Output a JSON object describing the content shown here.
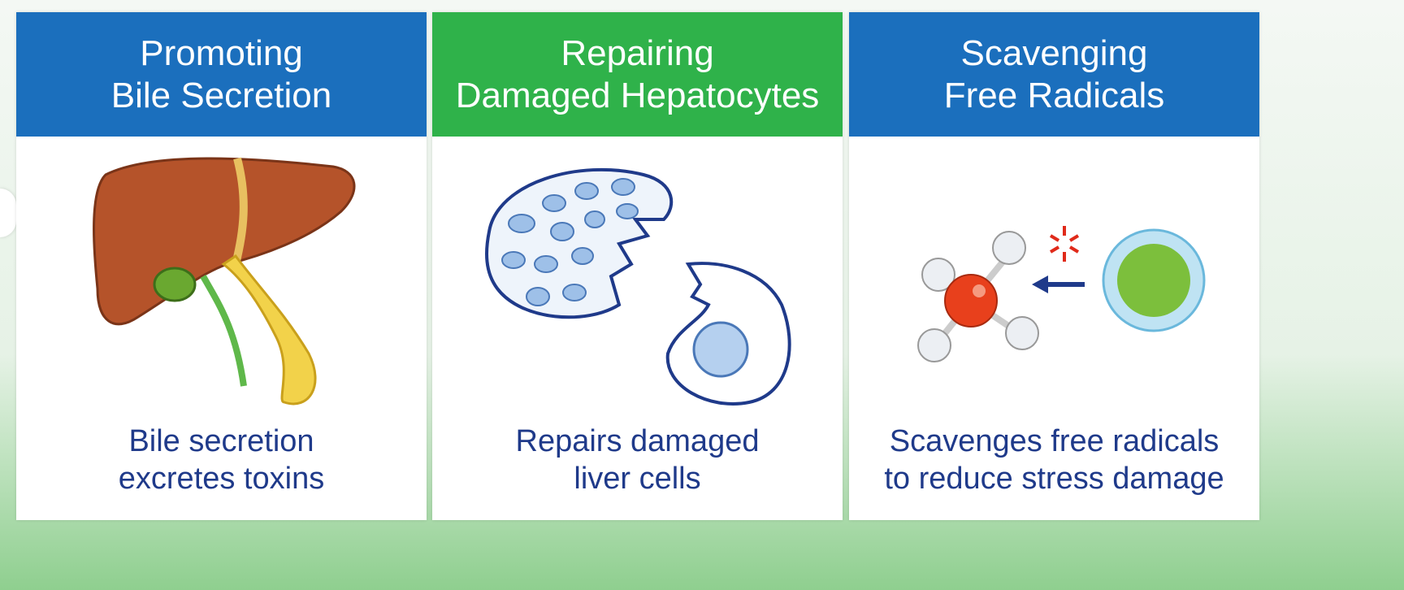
{
  "panels": [
    {
      "title_line1": "Promoting",
      "title_line2": "Bile Secretion",
      "caption_line1": "Bile secretion",
      "caption_line2": "excretes toxins",
      "icon": "liver-gallbladder-icon",
      "header_color": "#1b6fbd"
    },
    {
      "title_line1": "Repairing",
      "title_line2": "Damaged Hepatocytes",
      "caption_line1": "Repairs damaged",
      "caption_line2": "liver cells",
      "icon": "damaged-cell-icon",
      "header_color": "#2fb24a"
    },
    {
      "title_line1": "Scavenging",
      "title_line2": "Free Radicals",
      "caption_line1": "Scavenges free radicals",
      "caption_line2": "to reduce stress damage",
      "icon": "molecule-antioxidant-icon",
      "header_color": "#1b6fbd"
    }
  ]
}
